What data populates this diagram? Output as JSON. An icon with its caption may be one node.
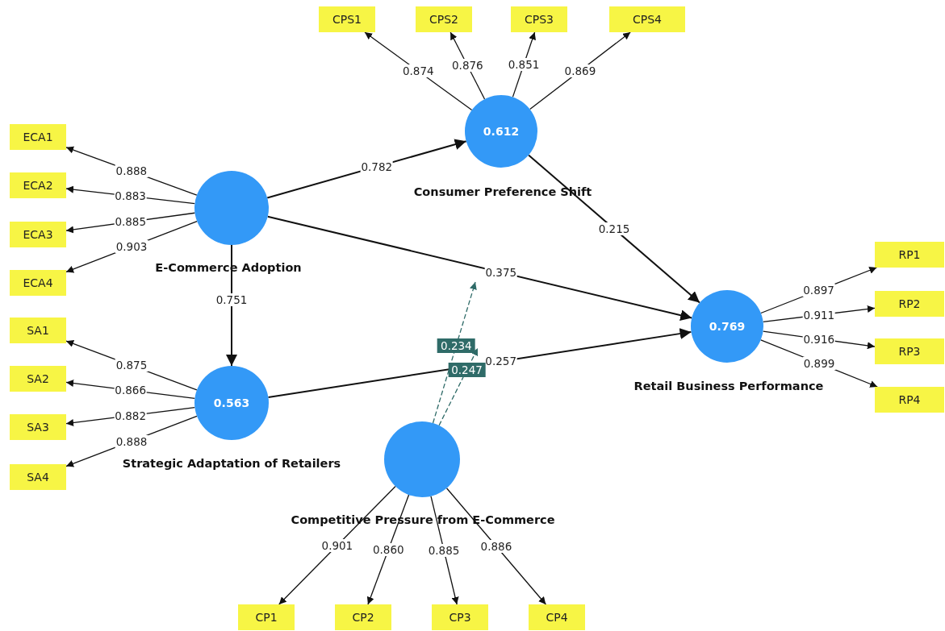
{
  "diagram": {
    "nodes": [
      {
        "text": [
          "CPS1"
        ]
      },
      {
        "text": [
          "CPS2"
        ]
      },
      {
        "text": [
          "CPS3"
        ]
      },
      {
        "text": [
          "CPS4"
        ]
      },
      {
        "text": [
          "ECA1"
        ]
      },
      {
        "text": [
          "ECA2"
        ]
      },
      {
        "text": [
          "ECA3"
        ]
      },
      {
        "text": [
          "ECA4"
        ]
      },
      {
        "text": [
          "0.612",
          "Consumer Preference Shift"
        ]
      },
      {
        "text": [
          "E-Commerce Adoption"
        ]
      },
      {
        "text": [
          "RP1"
        ]
      },
      {
        "text": [
          "RP2"
        ]
      },
      {
        "text": [
          "RP3"
        ]
      },
      {
        "text": [
          "RP4"
        ]
      },
      {
        "text": [
          "SA1"
        ]
      },
      {
        "text": [
          "SA2"
        ]
      },
      {
        "text": [
          "SA3"
        ]
      },
      {
        "text": [
          "SA4"
        ]
      },
      {
        "text": [
          "0.769",
          "Retail Business Performance"
        ]
      },
      {
        "text": [
          "0.563",
          "Strategic Adaptation of Retailers"
        ]
      },
      {
        "text": [
          "Competitive Pressure from E-Commerce"
        ]
      },
      {
        "text": [
          "CP1"
        ]
      },
      {
        "text": [
          "CP2"
        ]
      },
      {
        "text": [
          "CP3"
        ]
      },
      {
        "text": [
          "CP4"
        ]
      }
    ],
    "edges": [
      {
        "from": 8,
        "to": 0,
        "arrow": "to",
        "label": "0.874"
      },
      {
        "from": 8,
        "to": 1,
        "arrow": "to",
        "label": "0.876"
      },
      {
        "from": 8,
        "to": 2,
        "arrow": "to",
        "label": "0.851"
      },
      {
        "from": 8,
        "to": 3,
        "arrow": "to",
        "label": "0.869"
      },
      {
        "from": 9,
        "to": 4,
        "arrow": "to",
        "label": "0.888"
      },
      {
        "from": 9,
        "to": 5,
        "arrow": "to",
        "label": "0.883"
      },
      {
        "from": 9,
        "to": 6,
        "arrow": "to",
        "label": "0.885"
      },
      {
        "from": 9,
        "to": 7,
        "arrow": "to",
        "label": "0.903"
      },
      {
        "from": 9,
        "to": 8,
        "arrow": "to",
        "label": "0.782"
      },
      {
        "from": 8,
        "to": 18,
        "arrow": "to",
        "label": "0.215"
      },
      {
        "from": 9,
        "to": 18,
        "arrow": "to",
        "label": "0.375"
      },
      {
        "from": 9,
        "to": 19,
        "arrow": "to",
        "label": "0.751"
      },
      {
        "from": 18,
        "to": 10,
        "arrow": "to",
        "label": "0.897"
      },
      {
        "from": 18,
        "to": 11,
        "arrow": "to",
        "label": "0.911"
      },
      {
        "from": 18,
        "to": 12,
        "arrow": "to",
        "label": "0.916"
      },
      {
        "from": 18,
        "to": 13,
        "arrow": "to",
        "label": "0.899"
      },
      {
        "from": 19,
        "to": 14,
        "arrow": "to",
        "label": "0.875"
      },
      {
        "from": 19,
        "to": 15,
        "arrow": "to",
        "label": "0.866"
      },
      {
        "from": 19,
        "to": 16,
        "arrow": "to",
        "label": "0.882"
      },
      {
        "from": 19,
        "to": 17,
        "arrow": "to",
        "label": "0.888"
      },
      {
        "from": 19,
        "to": 18,
        "arrow": "to",
        "label": "0.257"
      },
      {
        "from": 20,
        "to": null,
        "arrow": "to",
        "label": "0.234",
        "style": "dashed",
        "color": "#2f6b68"
      },
      {
        "from": 20,
        "to": null,
        "arrow": "to",
        "label": "0.247",
        "style": "dashed",
        "color": "#2f6b68"
      },
      {
        "from": 20,
        "to": 21,
        "arrow": "to",
        "label": "0.901"
      },
      {
        "from": 20,
        "to": 22,
        "arrow": "to",
        "label": "0.860"
      },
      {
        "from": 20,
        "to": 23,
        "arrow": "to",
        "label": "0.885"
      },
      {
        "from": 20,
        "to": 24,
        "arrow": "to",
        "label": "0.886"
      }
    ]
  }
}
